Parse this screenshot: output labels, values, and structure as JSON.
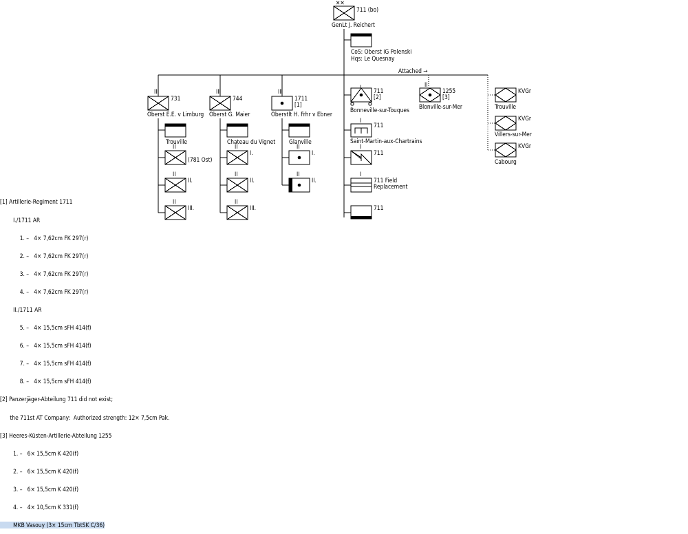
{
  "division": {
    "label": "711 (bo)",
    "commander": "GenLt  J. Reichert"
  },
  "hq": {
    "cos": "CoS:  Oberst iG  Polenski",
    "hqs": "Hqs:   Le Quesnay"
  },
  "attached_label": "Attached →",
  "regiments": [
    {
      "number": "731",
      "commander": "Oberst  E.E. v Limburg",
      "hq": "Trouville",
      "battalions": [
        "(781 Ost)",
        "II.",
        "III."
      ]
    },
    {
      "number": "744",
      "commander": "Oberst  G. Maier",
      "hq": "Chateau du Vignet",
      "battalions": [
        "I.",
        "II.",
        "III."
      ]
    },
    {
      "number": "1711",
      "note": "[1]",
      "commander": "Oberstlt  H. Frhr v Ebner",
      "hq": "Glanville",
      "battalions": [
        "I.",
        "II."
      ]
    }
  ],
  "divisional_units": [
    {
      "number": "711",
      "note": "[2]",
      "location": "Bonneville-sur-Touques"
    },
    {
      "number": "711",
      "location": "Saint-Martin-aux-Chartrains"
    },
    {
      "number": "711"
    },
    {
      "number": "711 Field",
      "line2": "Replacement"
    },
    {
      "number": "711"
    }
  ],
  "attached_artillery": {
    "number": "1255",
    "note": "[3]",
    "location": "Blonville-sur-Mer"
  },
  "kvgr": [
    {
      "label": "KVGr",
      "location": "Trouville"
    },
    {
      "label": "KVGr",
      "location": "Villers-sur-Mer"
    },
    {
      "label": "KVGr",
      "location": "Cabourg"
    }
  ],
  "notes": [
    "[1] Artillerie-Regiment 1711",
    "        I./1711 AR",
    "            1. –   4× 7,62cm FK 297(r)",
    "            2. –   4× 7,62cm FK 297(r)",
    "            3. –   4× 7,62cm FK 297(r)",
    "            4. –   4× 7,62cm FK 297(r)",
    "        II./1711 AR",
    "            5. –   4× 15,5cm sFH 414(f)",
    "            6. –   4× 15,5cm sFH 414(f)",
    "            7. –   4× 15,5cm sFH 414(f)",
    "            8. –   4× 15,5cm sFH 414(f)",
    "[2] Panzerjäger-Abteilung 711 did not exist;",
    "      the 711st AT Company:  Authorized strength: 12× 7,5cm Pak.",
    "[3] Heeres-Küsten-Artillerie-Abteilung 1255",
    "        1. –   6× 15,5cm K 420(f)",
    "        2. –   6× 15,5cm K 420(f)",
    "        3. –   6× 15,5cm K 420(f)",
    "        4. –   4× 10,5cm K 331(f)",
    "        MKB Vasouy (3× 15cm TbtSK C/36)"
  ]
}
